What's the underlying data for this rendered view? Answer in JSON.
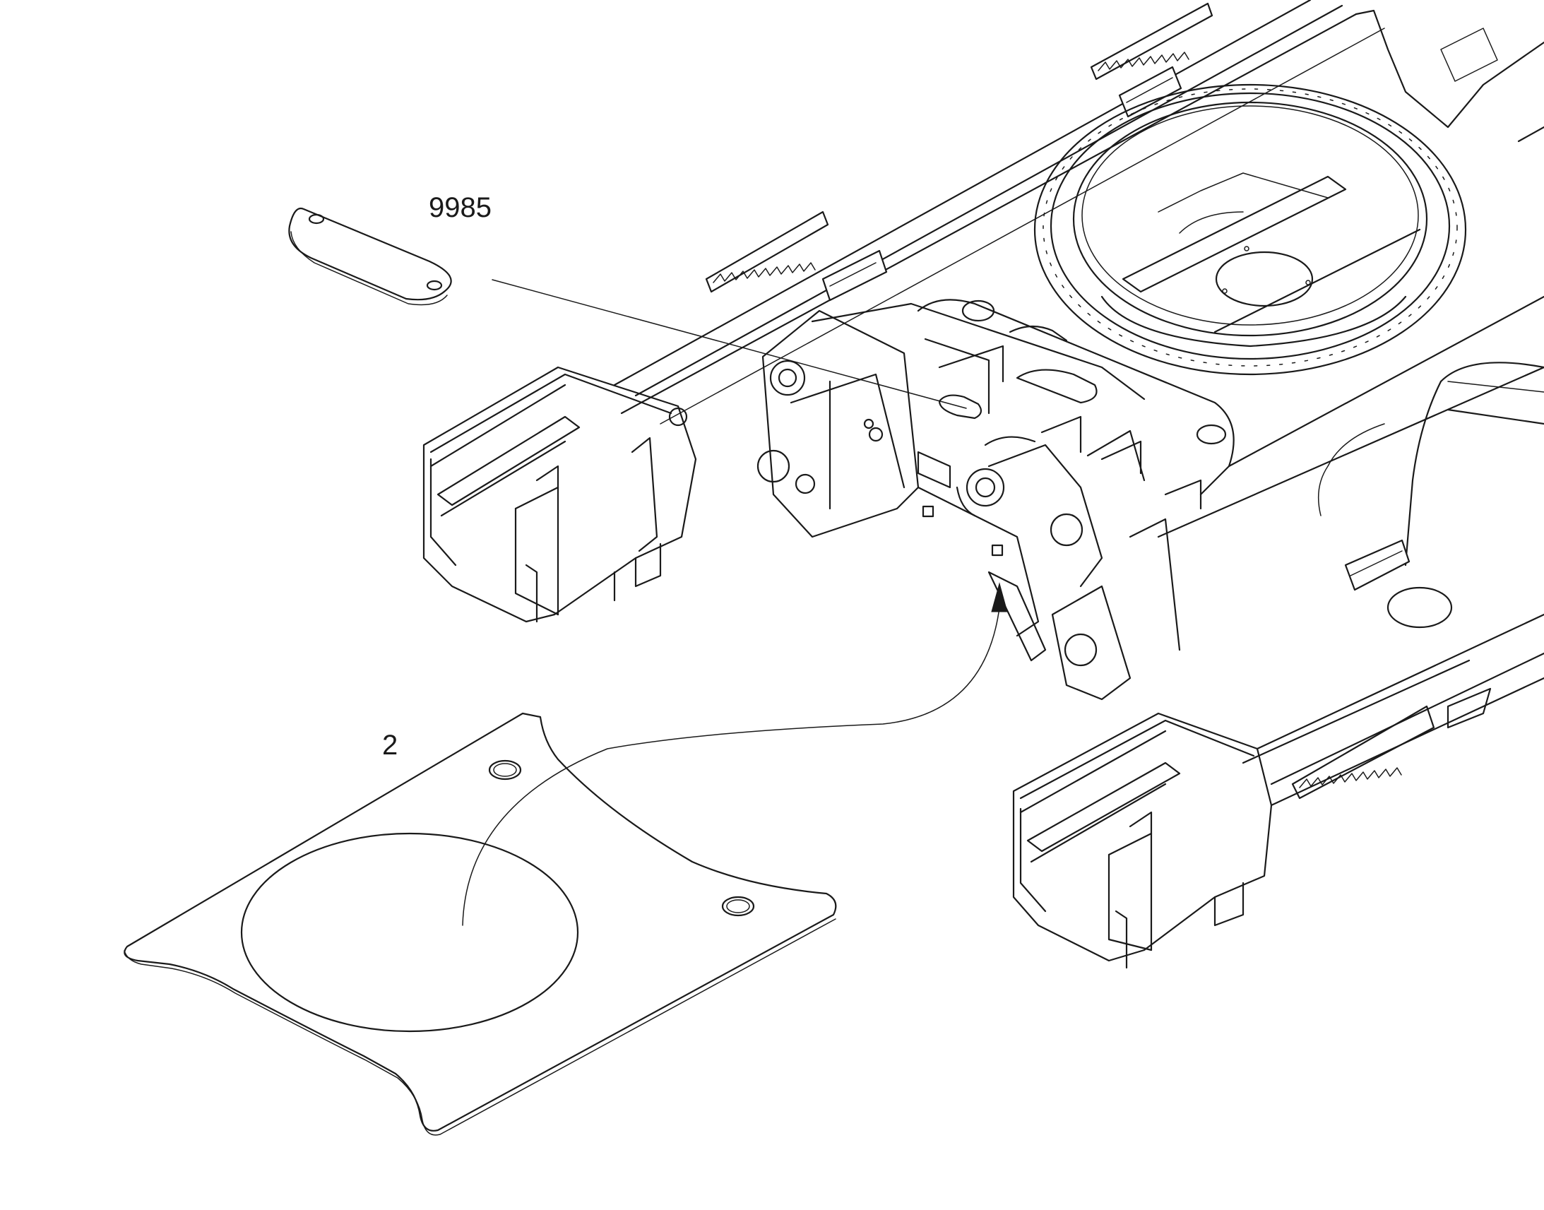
{
  "callouts": [
    {
      "id": "cover-plate",
      "label": "9985"
    },
    {
      "id": "shim-plate",
      "label": "2"
    }
  ]
}
